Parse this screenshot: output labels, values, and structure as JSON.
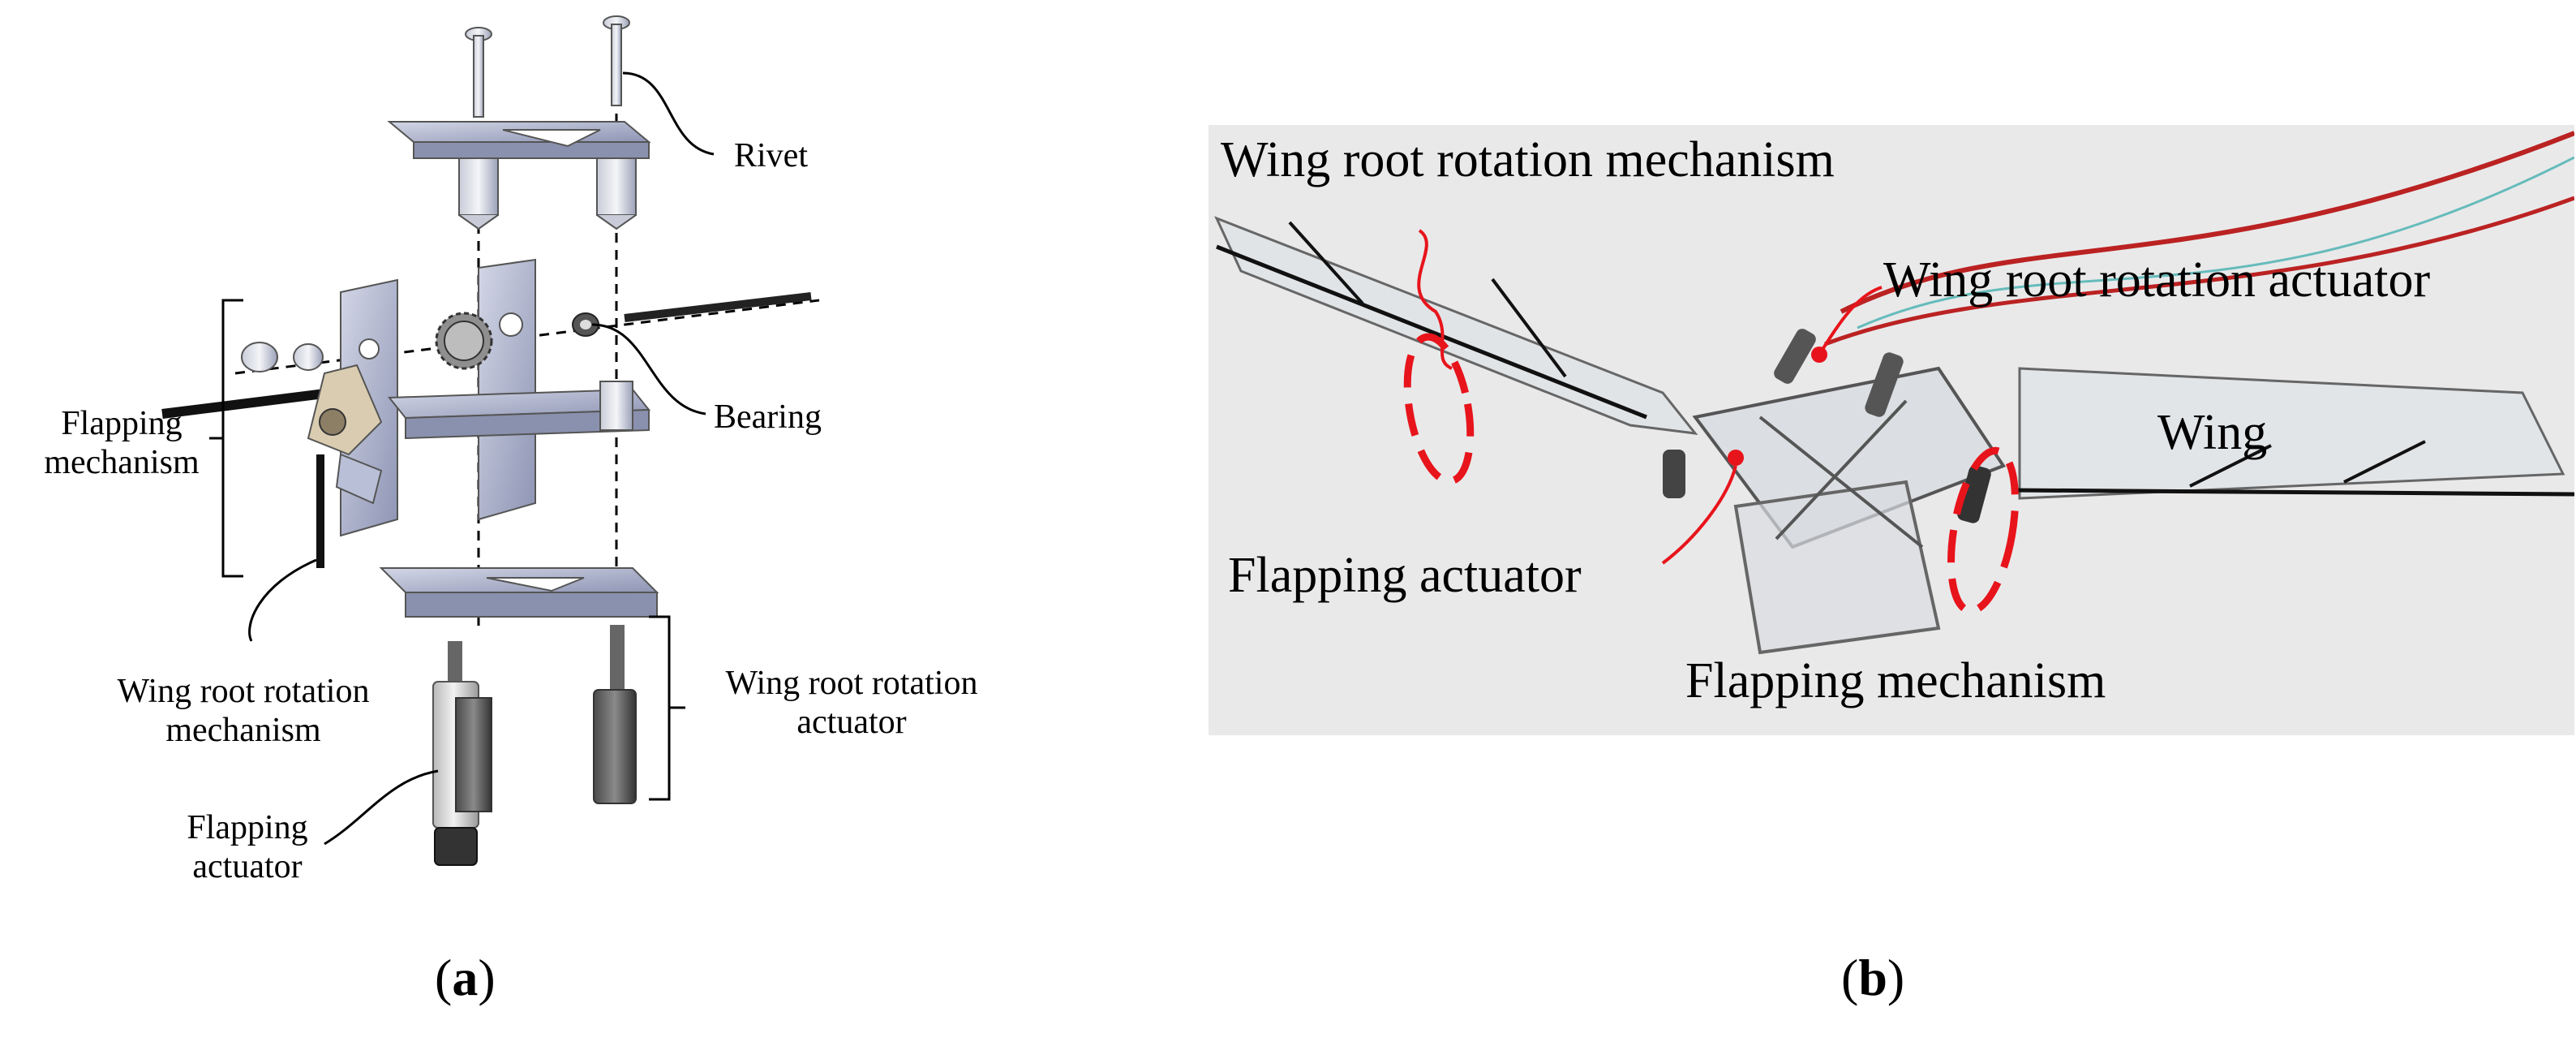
{
  "panel_a": {
    "labels": {
      "rivet": "Rivet",
      "bearing": "Bearing",
      "flapping_mechanism_1": "Flapping",
      "flapping_mechanism_2": "mechanism",
      "wing_root_rotation_mechanism_1": "Wing root rotation",
      "wing_root_rotation_mechanism_2": "mechanism",
      "wing_root_rotation_actuator_1": "Wing root rotation",
      "wing_root_rotation_actuator_2": "actuator",
      "flapping_actuator_1": "Flapping",
      "flapping_actuator_2": "actuator"
    },
    "caption_open": "(",
    "caption_letter": "a",
    "caption_close": ")"
  },
  "panel_b": {
    "labels": {
      "wing_root_rotation_mechanism": "Wing root rotation mechanism",
      "wing_root_rotation_actuator": "Wing root rotation actuator",
      "wing": "Wing",
      "flapping_actuator": "Flapping actuator",
      "flapping_mechanism": "Flapping mechanism"
    },
    "caption_open": "(",
    "caption_letter": "b",
    "caption_close": ")"
  },
  "colors": {
    "highlight": "#e8141b",
    "part": "#b9bfd6",
    "part_dark": "#7d85a6",
    "photo_bg": "#e9e9ea"
  }
}
